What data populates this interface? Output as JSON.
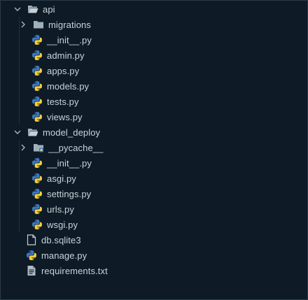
{
  "tree": {
    "api": {
      "label": "api",
      "children": {
        "migrations": "migrations",
        "init": "__init__.py",
        "admin": "admin.py",
        "apps": "apps.py",
        "models": "models.py",
        "tests": "tests.py",
        "views": "views.py"
      }
    },
    "model_deploy": {
      "label": "model_deploy",
      "children": {
        "pycache": "__pycache__",
        "init": "__init__.py",
        "asgi": "asgi.py",
        "settings": "settings.py",
        "urls": "urls.py",
        "wsgi": "wsgi.py"
      }
    },
    "db": "db.sqlite3",
    "manage": "manage.py",
    "requirements": "requirements.txt"
  },
  "icons": {
    "folder": "folder-icon",
    "folder_open": "folder-open-icon",
    "python": "python-file-icon",
    "database": "database-file-icon",
    "text": "text-file-icon",
    "chevron_down": "chevron-down-icon",
    "chevron_right": "chevron-right-icon"
  },
  "colors": {
    "background": "#0e1b26",
    "text": "#c9d3da",
    "folder": "#9fb0bd",
    "python_blue": "#3b78c4",
    "python_yellow": "#f3cf3a",
    "chevron": "#a9b6c0"
  }
}
